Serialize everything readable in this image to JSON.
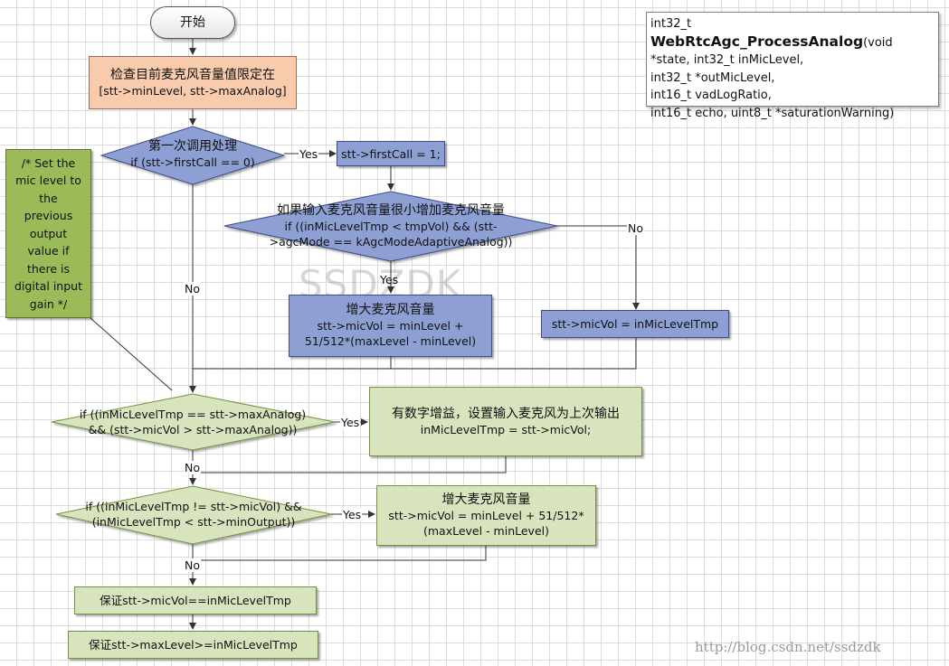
{
  "signature": {
    "prefix": "int32_t ",
    "func_name": "WebRtcAgc_ProcessAnalog",
    "p1": "(void",
    "p2": "*state, int32_t inMicLevel,",
    "p3": "int32_t *outMicLevel,",
    "p4": "int16_t vadLogRatio,",
    "p5": "int16_t echo, uint8_t *saturationWarning)"
  },
  "nodes": {
    "start": "开始",
    "check_title": "检查目前麦克风音量值限定在",
    "check_code": "[stt->minLevel, stt->maxAnalog]",
    "first_call_title": "第一次调用处理",
    "first_call_cond": "if (stt->firstCall == 0)",
    "set_first_call": "stt->firstCall = 1;",
    "small_vol_title": "如果输入麦克风音量很小增加麦克风音量",
    "small_vol_cond1": "if ((inMicLevelTmp < tmpVol) && (stt-",
    "small_vol_cond2": ">agcMode == kAgcModeAdaptiveAnalog))",
    "increase1_title": "增大麦克风音量",
    "increase1_line1": "stt->micVol = minLevel +",
    "increase1_line2": "51/512*(maxLevel - minLevel)",
    "set_micvol": "stt->micVol = inMicLevelTmp",
    "comment1": "/* Set the",
    "comment2": "mic level to",
    "comment3": "the",
    "comment4": "previous",
    "comment5": "output",
    "comment6": "value if",
    "comment7": "there is",
    "comment8": "digital input",
    "comment9": "gain */",
    "max_analog_cond1": "if ((inMicLevelTmp == stt->maxAnalog)",
    "max_analog_cond2": "&& (stt->micVol > stt->maxAnalog))",
    "digital_gain_title": "有数字增益，设置输入麦克风为上次输出",
    "digital_gain_code": "inMicLevelTmp = stt->micVol;",
    "min_output_cond1": "if ((inMicLevelTmp != stt->micVol) &&",
    "min_output_cond2": "(inMicLevelTmp < stt->minOutput))",
    "increase2_title": "增大麦克风音量",
    "increase2_line1": "stt->micVol = minLevel +  51/512*",
    "increase2_line2": "(maxLevel - minLevel)",
    "ensure1": "保证stt->micVol==inMicLevelTmp",
    "ensure2": "保证stt->maxLevel>=inMicLevelTmp"
  },
  "labels": {
    "yes": "Yes",
    "no": "No"
  },
  "watermark": "SSDZDK",
  "url": "http://blog.csdn.net/ssdzdk",
  "colors": {
    "orange": "#f8cbad",
    "blue": "#8e9fd3",
    "green": "#d7e4bd",
    "olive": "#9bbb59"
  }
}
